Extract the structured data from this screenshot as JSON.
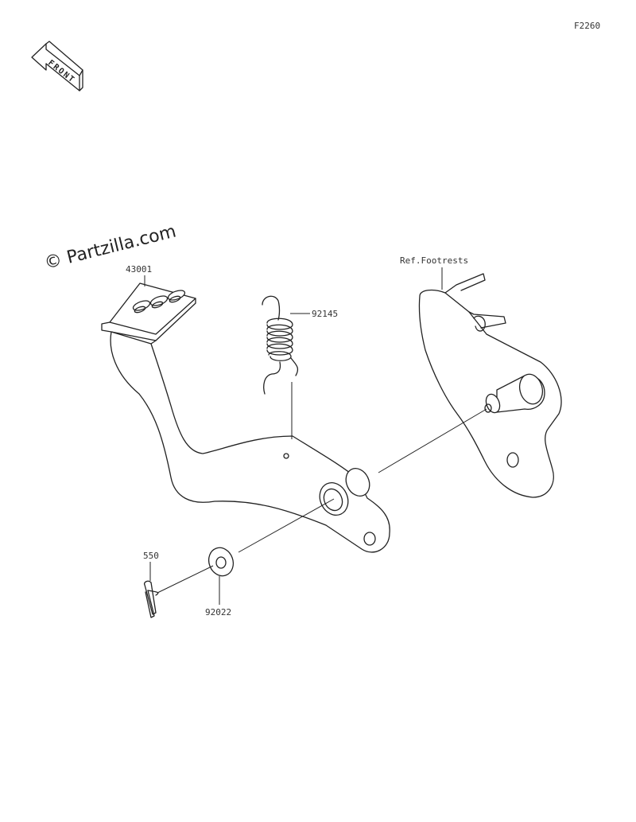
{
  "figure_code": "F2260",
  "front_label": "FRONT",
  "watermark": "© Partzilla.com",
  "callouts": {
    "pedal": "43001",
    "spring": "92145",
    "footrests": "Ref.Footrests",
    "cotter_pin": "550",
    "washer": "92022"
  }
}
